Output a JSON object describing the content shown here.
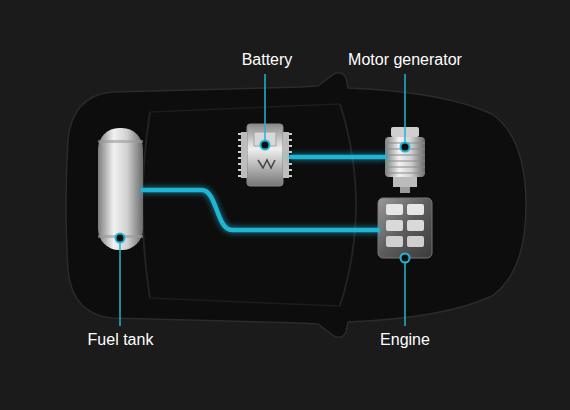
{
  "diagram": {
    "nodes": [
      {
        "text": [
          "Battery"
        ]
      },
      {
        "text": [
          "Motor generator"
        ]
      },
      {
        "text": [
          "Fuel tank"
        ]
      },
      {
        "text": [
          "Engine"
        ]
      }
    ],
    "edges": [
      {
        "from": 0,
        "to": 1,
        "arrow": "none"
      },
      {
        "from": 2,
        "to": 3,
        "arrow": "none"
      }
    ]
  }
}
